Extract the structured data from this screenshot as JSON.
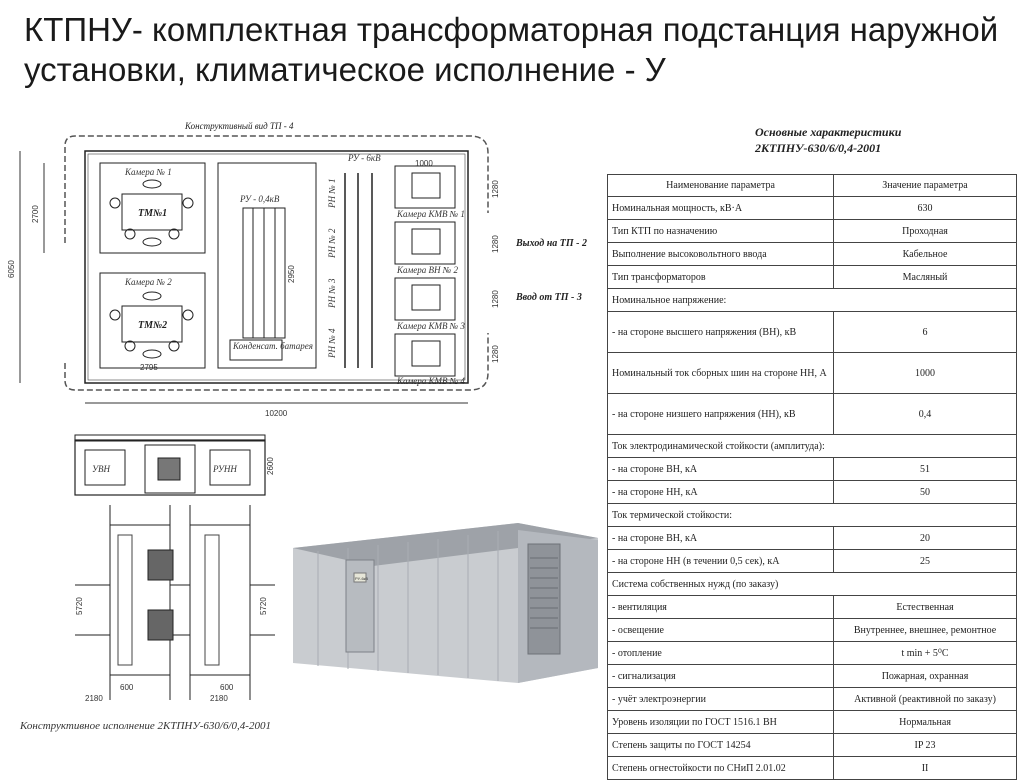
{
  "title": "КТПНУ- комплектная трансформаторная подстанция наружной установки, климатическое исполнение - У",
  "plan": {
    "heading": "Конструктивный вид ТП - 4",
    "ru_hv": "РУ - 6кВ",
    "ru_lv": "РУ - 0,4кВ",
    "chamber1": "Камера № 1",
    "chamber2": "Камера № 2",
    "tm1": "ТМ№1",
    "tm2": "ТМ№2",
    "kmv1": "Камера КМВ № 1",
    "kvn2": "Камера ВН № 2",
    "kmv3": "Камера КМВ № 3",
    "kmv4": "Камера КМВ № 4",
    "capacitor": "Конденсат. батарея",
    "exit": "Выход на ТП - 2",
    "entry": "Ввод от ТП - 3",
    "rn1": "РН № 1",
    "rn2": "РН № 2",
    "rn3": "РН № 3",
    "rn4": "РН № 4",
    "dims": {
      "d6050": "6050",
      "d2700": "2700",
      "d2950": "2950",
      "d2795": "2795",
      "d10200": "10200",
      "d1000": "1000",
      "d1280a": "1280",
      "d1280b": "1280",
      "d1280c": "1280",
      "d1280d": "1280"
    }
  },
  "side_view": {
    "left": "УВН",
    "right": "РУНН",
    "h": "2600"
  },
  "bottom_view": {
    "d2180a": "2180",
    "d2180b": "2180",
    "d600a": "600",
    "d600b": "600",
    "d5720a": "5720",
    "d5720b": "5720"
  },
  "photo": {
    "sign": "РУ-6кВ"
  },
  "caption": "Конструктивное исполнение 2КТПНУ-630/6/0,4-2001",
  "spec": {
    "heading1": "Основные характеристики",
    "heading2": "2КТПНУ-630/6/0,4-2001",
    "col_param": "Наименование параметра",
    "col_value": "Значение параметра",
    "rows": [
      {
        "p": "Номинальная мощность, кВ·А",
        "v": "630"
      },
      {
        "p": "Тип КТП по назначению",
        "v": "Проходная"
      },
      {
        "p": "Выполнение высоковольтного ввода",
        "v": "Кабельное"
      },
      {
        "p": "Тип трансформаторов",
        "v": "Масляный"
      }
    ],
    "nom_voltage": "Номинальное напряжение:",
    "hv_side": "- на стороне высшего напряжения (ВН), кВ",
    "hv_value": "6",
    "busbar_current": "Номинальный ток сборных шин на стороне НН, А",
    "busbar_value": "1000",
    "lv_side": "- на стороне низшего напряжения (НН), кВ",
    "lv_value": "0,4",
    "dyn_title": "Ток электродинамической стойкости (амплитуда):",
    "dyn_rows": [
      {
        "p": "- на стороне ВН, кА",
        "v": "51"
      },
      {
        "p": "- на стороне НН, кА",
        "v": "50"
      }
    ],
    "therm_title": "Ток термической стойкости:",
    "therm_rows": [
      {
        "p": "- на стороне ВН, кА",
        "v": "20"
      },
      {
        "p": "- на стороне НН (в течении 0,5 сек), кА",
        "v": "25"
      }
    ],
    "aux_title": "Система собственных нужд (по заказу)",
    "aux_rows": [
      {
        "p": "- вентиляция",
        "v": "Естественная"
      },
      {
        "p": "- освещение",
        "v": "Внутреннее, внешнее, ремонтное"
      },
      {
        "p": "- отопление",
        "v": "t min + 5⁰С"
      },
      {
        "p": "- сигнализация",
        "v": "Пожарная, охранная"
      },
      {
        "p": "- учёт электроэнергии",
        "v": "Активной (реактивной по заказу)"
      }
    ],
    "tail_rows": [
      {
        "p": "Уровень изоляции по ГОСТ 1516.1 ВН",
        "v": "Нормальная"
      },
      {
        "p": "Степень защиты по ГОСТ 14254",
        "v": "IP 23"
      },
      {
        "p": "Степень огнестойкости по СНиП 2.01.02",
        "v": "II"
      }
    ]
  }
}
